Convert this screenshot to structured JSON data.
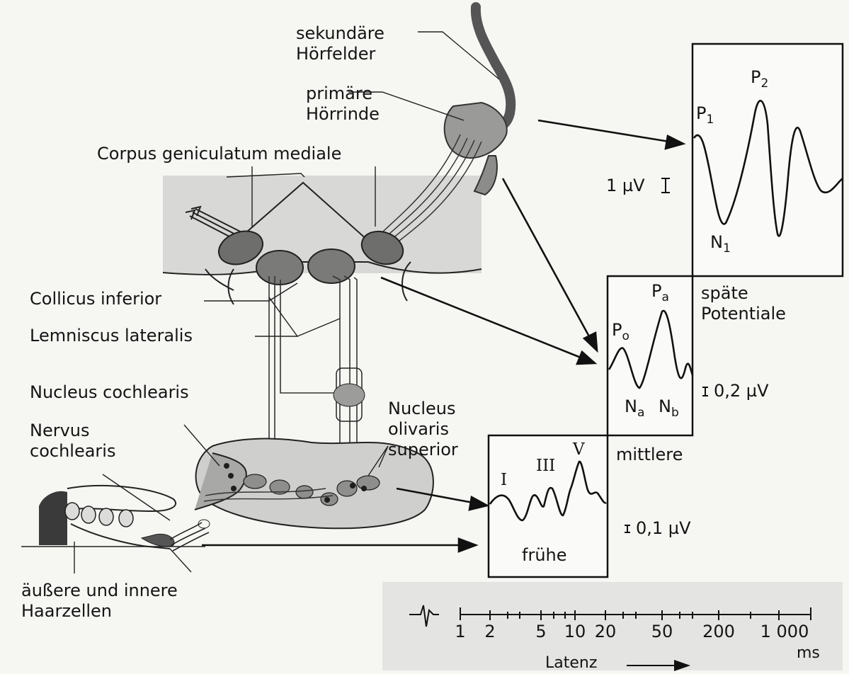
{
  "labels": {
    "secondary_areas": "sekundäre\nHörfelder",
    "primary_cortex": "primäre\nHörrinde",
    "corpus_geniculatum": "Corpus geniculatum mediale",
    "colliculus": "Collicus inferior",
    "lemniscus": "Lemniscus lateralis",
    "nucleus_cochlearis": "Nucleus cochlearis",
    "nervus_cochlearis": "Nervus\ncochlearis",
    "nucleus_olivaris": "Nucleus\nolivaris\nsuperior",
    "hair_cells": "äußere und innere\nHaarzellen"
  },
  "panels": {
    "late": {
      "title": "späte\nPotentiale",
      "scale": "1 µV",
      "peaks": {
        "p1": "P",
        "p1_sub": "1",
        "p2": "P",
        "p2_sub": "2",
        "n1": "N",
        "n1_sub": "1"
      }
    },
    "middle": {
      "title": "mittlere",
      "scale": "0,2 µV",
      "peaks": {
        "po": "P",
        "po_sub": "o",
        "pa": "P",
        "pa_sub": "a",
        "na": "N",
        "na_sub": "a",
        "nb": "N",
        "nb_sub": "b"
      }
    },
    "early": {
      "title": "frühe",
      "scale": "0,1 µV",
      "peaks": {
        "i": "I",
        "iii": "III",
        "v": "V"
      }
    }
  },
  "axis": {
    "ticks": [
      "1",
      "2",
      "5",
      "10",
      "20",
      "50",
      "200",
      "1 000"
    ],
    "unit": "ms",
    "label": "Latenz"
  }
}
